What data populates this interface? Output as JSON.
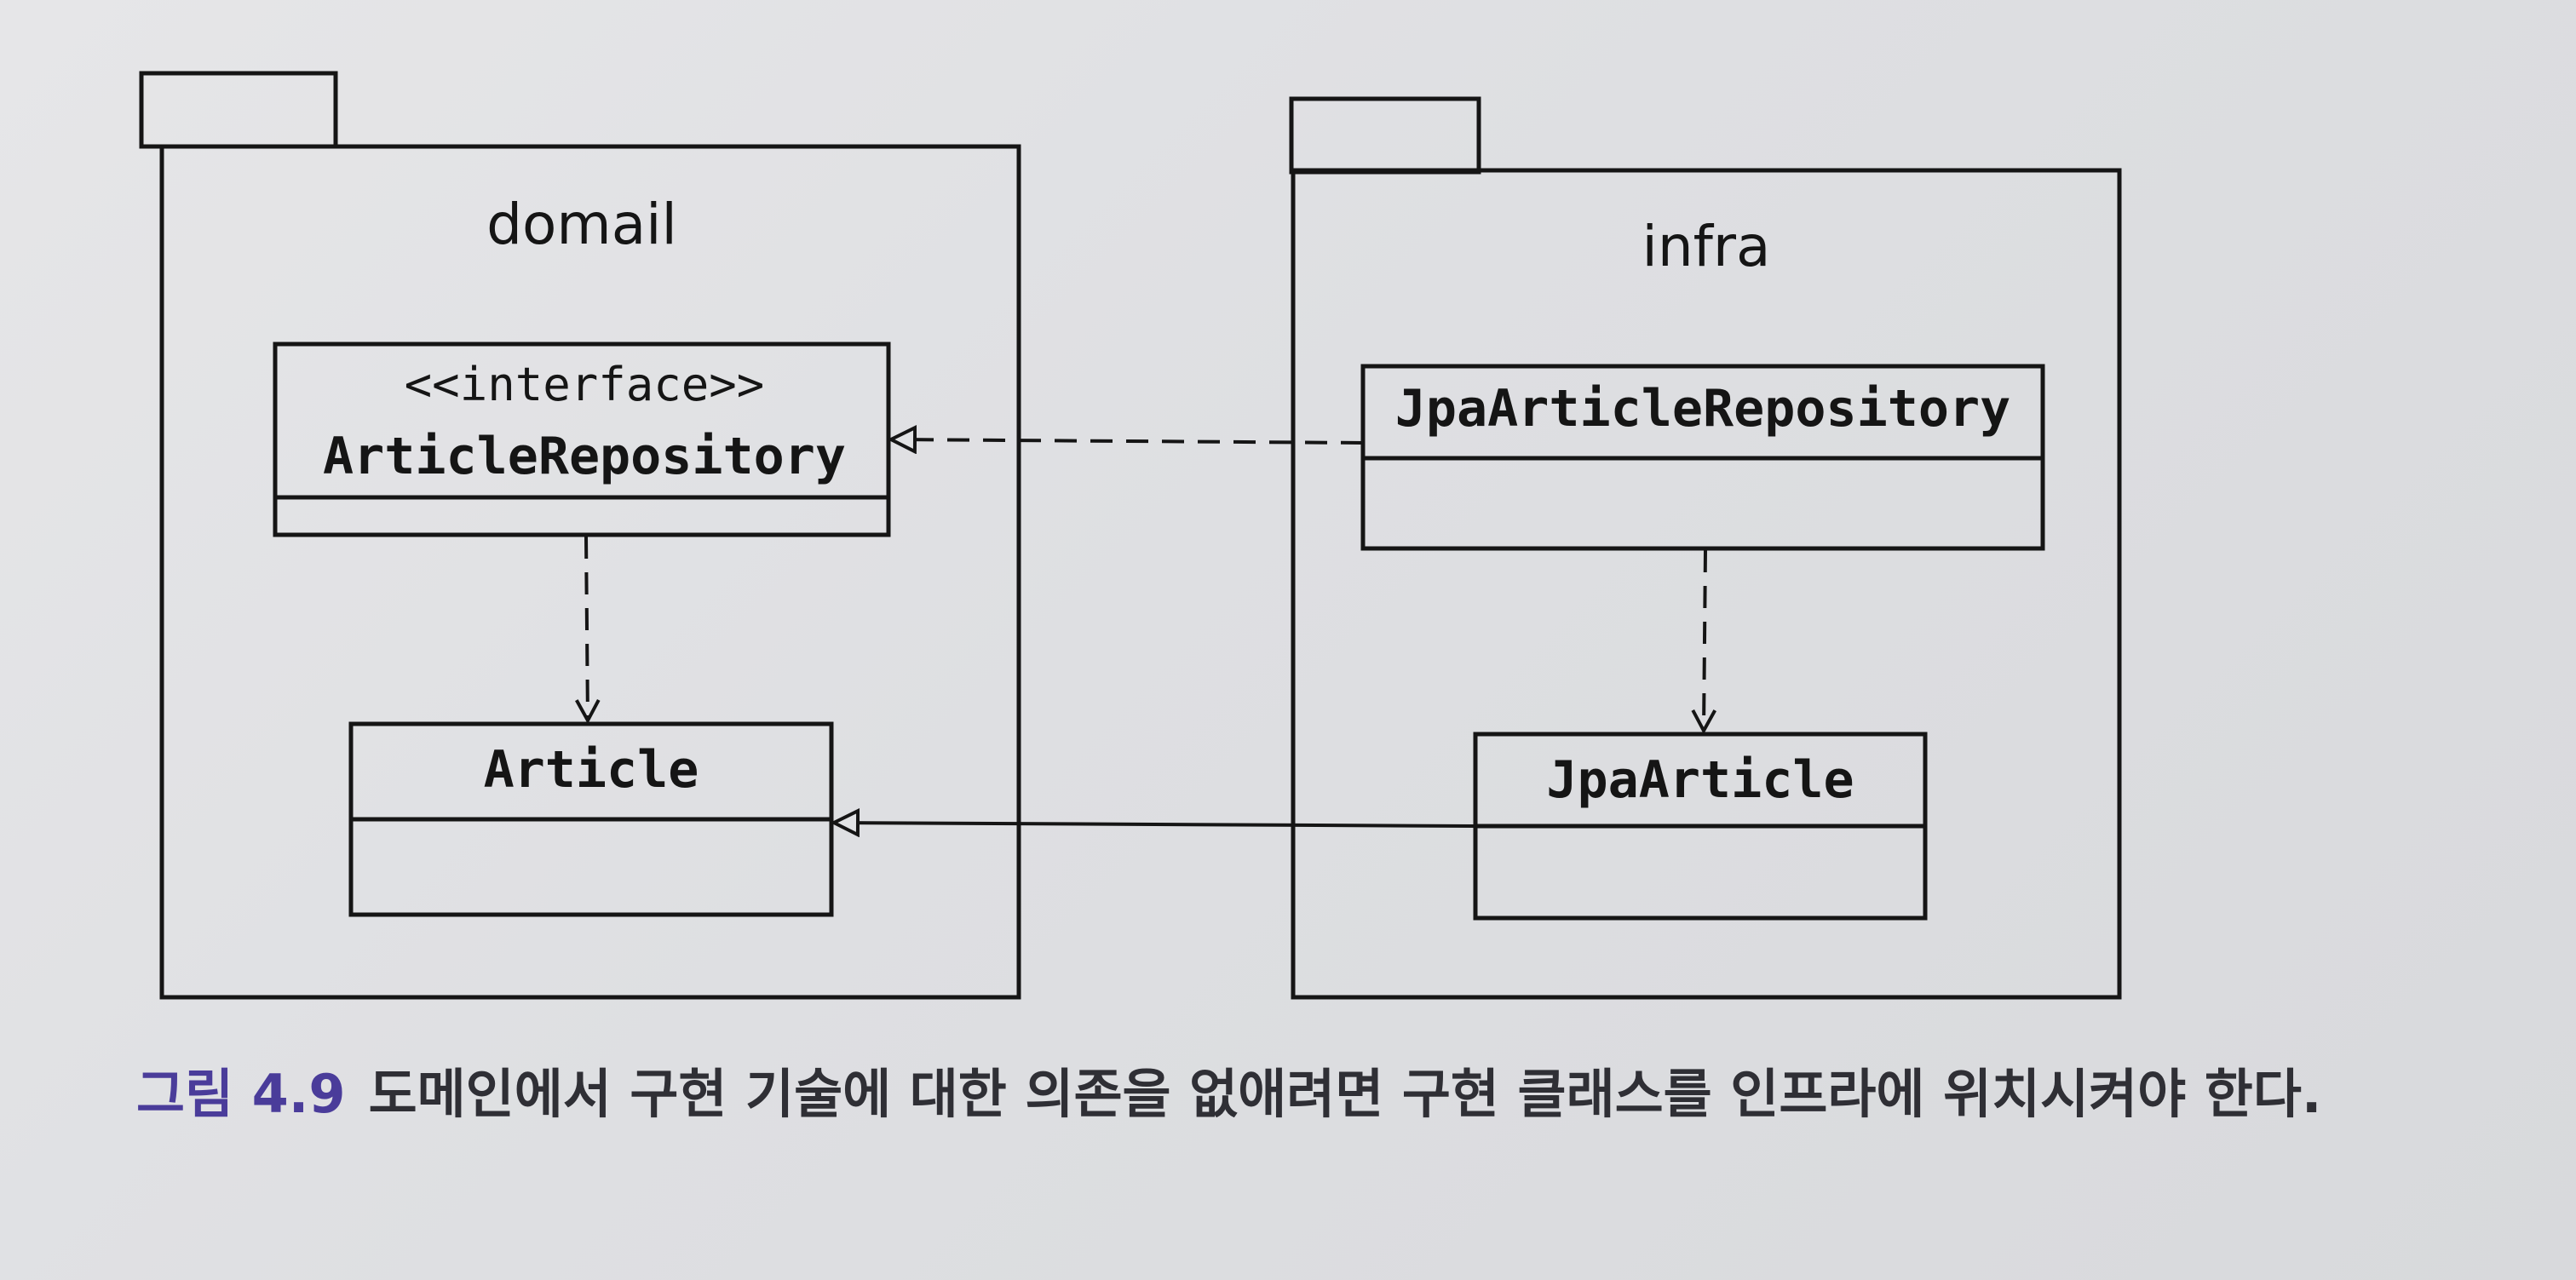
{
  "packages": {
    "domain": {
      "title": "domail"
    },
    "infra": {
      "title": "infra"
    }
  },
  "classes": {
    "article_repository": {
      "stereotype": "<<interface>>",
      "name": "ArticleRepository"
    },
    "article": {
      "name": "Article"
    },
    "jpa_article_repository": {
      "name": "JpaArticleRepository"
    },
    "jpa_article": {
      "name": "JpaArticle"
    }
  },
  "caption": {
    "number": "그림 4.9",
    "text": "도메인에서 구현 기술에 대한 의존을 없애려면 구현 클래스를 인프라에 위치시켜야 한다."
  },
  "colors": {
    "line": "#151515",
    "caption_number": "#4a3c9a",
    "caption_text": "#2f2f35"
  }
}
